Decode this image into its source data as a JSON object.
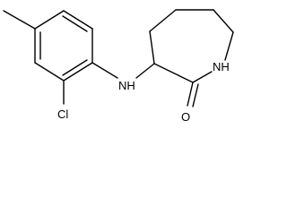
{
  "molecule": {
    "atom_labels": {
      "nh_amine": "NH",
      "nh_ring": "NH",
      "chlorine": "Cl",
      "oxygen": "O"
    }
  },
  "colors": {
    "background": "#ffffff",
    "bonds": "#000000",
    "labels": "#000000"
  }
}
